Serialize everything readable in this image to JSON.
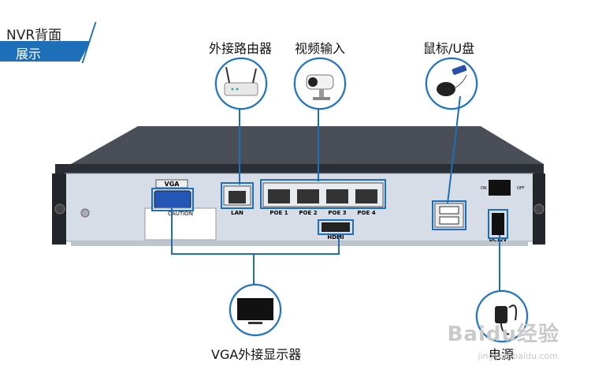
{
  "badge": {
    "title": "NVR背面",
    "subtitle": "展示"
  },
  "callouts": {
    "router": "外接路由器",
    "video_input": "视频输入",
    "mouse_usb": "鼠标/U盘",
    "vga_monitor": "VGA外接显示器",
    "power": "电源"
  },
  "panel": {
    "vga": "VGA",
    "lan": "LAN",
    "poe1": "POE 1",
    "poe2": "POE 2",
    "poe3": "POE 3",
    "poe4": "POE 4",
    "hdmi": "HDMI",
    "dc": "DC12V",
    "on": "ON",
    "off": "OFF",
    "caution": "CAUTION"
  },
  "watermark": {
    "brand": "Baidu经验",
    "url": "jingyan.baidu.com"
  },
  "colors": {
    "accent": "#1d6fb8",
    "panel": "#d7dde6",
    "body": "#3b3f45"
  }
}
